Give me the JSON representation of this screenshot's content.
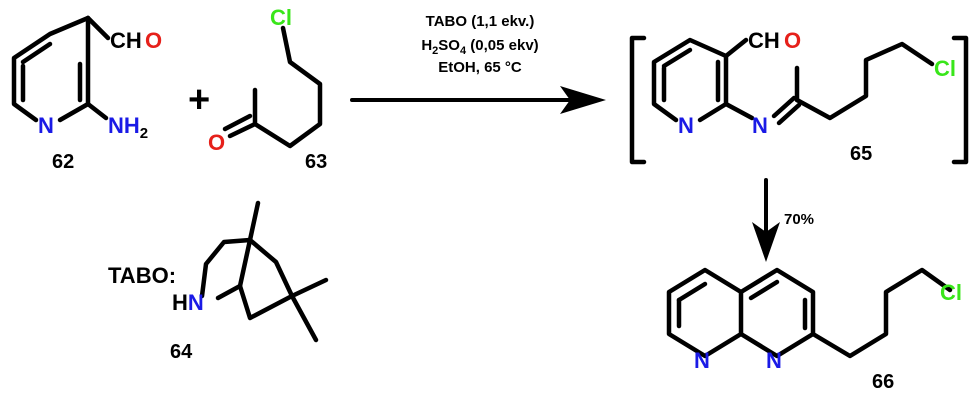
{
  "colors": {
    "nitrogen": "#1a1ae6",
    "oxygen": "#e6201a",
    "chlorine": "#39e61a",
    "bond": "#000000"
  },
  "reactant_62": {
    "aldehyde_c": "CH",
    "aldehyde_o": "O",
    "ring_n": "N",
    "amine_n": "NH",
    "amine_sub": "2",
    "number": "62"
  },
  "plus_sign": "+",
  "reactant_63": {
    "cl": "Cl",
    "o": "O",
    "number": "63"
  },
  "conditions": {
    "line1": "TABO (1,1 ekv.)",
    "line2_a": "H",
    "line2_sub1": "2",
    "line2_b": "SO",
    "line2_sub2": "4",
    "line2_c": " (0,05 ekv)",
    "line3": "EtOH, 65 °C"
  },
  "intermediate_65": {
    "aldehyde_c": "CH",
    "aldehyde_o": "O",
    "ring_n": "N",
    "imine_n": "N",
    "cl": "Cl",
    "number": "65"
  },
  "yield_label": "70%",
  "catalyst_64": {
    "label": "TABO:",
    "nh_h": "H",
    "nh_n": "N",
    "number": "64"
  },
  "product_66": {
    "n1": "N",
    "n2": "N",
    "cl": "Cl",
    "number": "66"
  }
}
